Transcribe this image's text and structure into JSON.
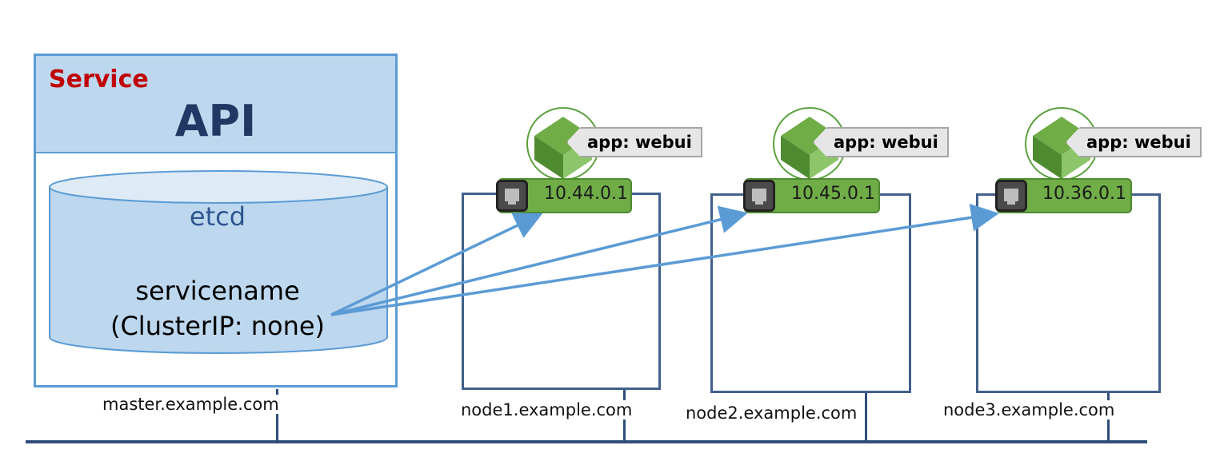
{
  "master": {
    "service_label": "Service",
    "api_label": "API",
    "etcd_label": "etcd",
    "servicename_line1": "servicename",
    "servicename_line2": "(ClusterIP: none)",
    "hostname": "master.example.com"
  },
  "nodes": [
    {
      "hostname": "node1.example.com",
      "pod_ip": "10.44.0.1",
      "pod_label": "app: webui"
    },
    {
      "hostname": "node2.example.com",
      "pod_ip": "10.45.0.1",
      "pod_label": "app: webui"
    },
    {
      "hostname": "node3.example.com",
      "pod_ip": "10.36.0.1",
      "pod_label": "app: webui"
    }
  ],
  "colors": {
    "service_text": "#c00000",
    "api_header": "#bdd7ee",
    "box_border": "#5b9bd5",
    "pod_green": "#70ad47",
    "arrow_blue": "#5b9bd5",
    "network_line": "#2f4f7a"
  },
  "icons": [
    "pod-cube-icon",
    "network-port-icon"
  ]
}
